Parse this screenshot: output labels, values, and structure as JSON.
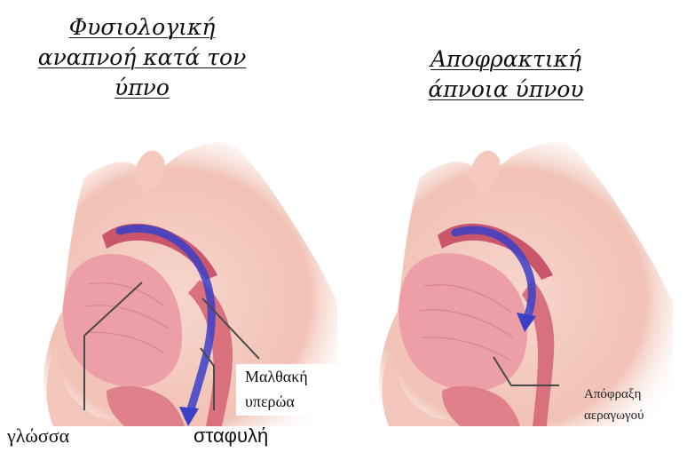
{
  "titles": {
    "left": [
      "Φυσιολογική",
      "αναπνοή κατά τον",
      "ύπνο"
    ],
    "right": [
      "Αποφρακτική",
      "άπνοια ύπνου"
    ]
  },
  "labels": {
    "tongue": "γλώσσα",
    "uvula": "σταφυλή",
    "soft_palate": [
      "Μαλθακή",
      "υπερώα"
    ],
    "obstruction": [
      "Απόφραξη",
      "αεραγωγού"
    ]
  },
  "colors": {
    "skin": "#f3c4b8",
    "tissue": "#e89ca0",
    "muscle": "#d66b7a",
    "airflow": "#3b3fc8",
    "leader": "#4a4a4a"
  }
}
